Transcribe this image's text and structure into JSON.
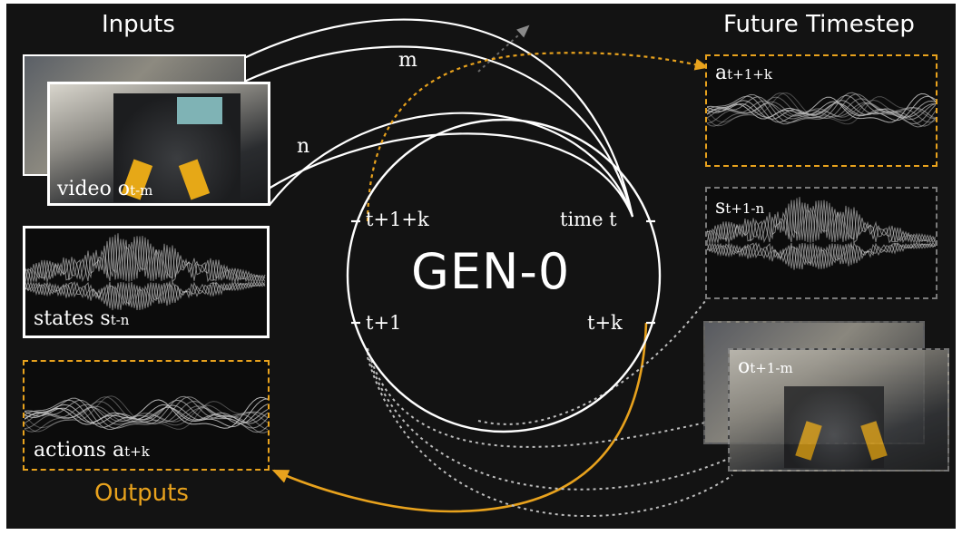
{
  "headers": {
    "inputs": "Inputs",
    "future": "Future Timestep",
    "outputs": "Outputs"
  },
  "center": {
    "title": "GEN-0",
    "ticks": {
      "top_left": "t+1+k",
      "top_right": "time t",
      "bottom_left": "t+1",
      "bottom_right": "t+k"
    }
  },
  "inputs": {
    "video": {
      "main": "video o",
      "sub": "t-m"
    },
    "states": {
      "main": "states s",
      "sub": "t-n"
    }
  },
  "outputs": {
    "actions": {
      "main": "actions a",
      "sub": "t+k"
    }
  },
  "future": {
    "actions": {
      "main": "a",
      "sub": "t+1+k"
    },
    "states": {
      "main": "s",
      "sub": "t+1-n"
    },
    "obs": {
      "main": "o",
      "sub": "t+1-m"
    }
  },
  "arc_labels": {
    "m": "m",
    "n": "n"
  },
  "colors": {
    "background": "#131313",
    "accent_orange": "#e8a21d",
    "white": "#ffffff",
    "dotted_gray": "#bdbdbd"
  }
}
